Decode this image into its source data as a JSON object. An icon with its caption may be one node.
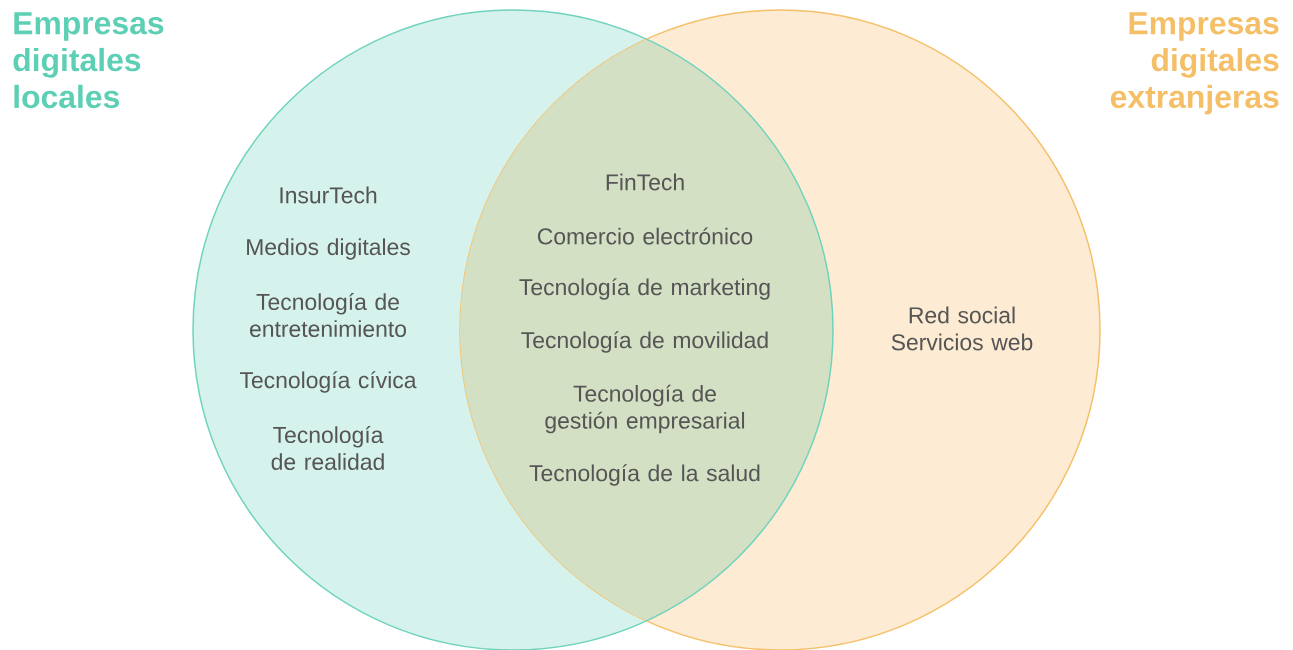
{
  "diagram": {
    "nodes": [
      {
        "text": [
          "Empresas digitales locales",
          "InsurTech",
          "Medios digitales",
          "Tecnología de entretenimiento",
          "Tecnología cívica",
          "Tecnología de realidad"
        ]
      },
      {
        "text": [
          "Empresas digitales extranjeras",
          "Red social",
          "Servicios web"
        ]
      }
    ],
    "labels": [
      "FinTech",
      "Comercio electrónico",
      "Tecnología de marketing",
      "Tecnología de movilidad",
      "Tecnología de gestión empresarial",
      "Tecnología de la salud"
    ]
  }
}
